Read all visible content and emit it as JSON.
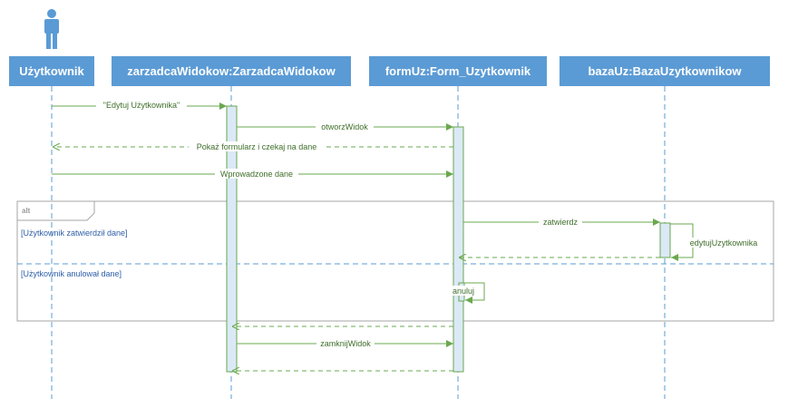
{
  "actor": {
    "icon": "person-icon"
  },
  "lifelines": [
    {
      "id": "uzytkownik",
      "label": "Użytkownik"
    },
    {
      "id": "zarzadca",
      "label": "zarzadcaWidokow:ZarzadcaWidokow"
    },
    {
      "id": "form",
      "label": "formUz:Form_Uzytkownik"
    },
    {
      "id": "baza",
      "label": "bazaUz:BazaUzytkownikow"
    }
  ],
  "messages": [
    {
      "id": "m1",
      "label": "\"Edytuj Użytkownika\"",
      "style": "sync"
    },
    {
      "id": "m2",
      "label": "otworzWidok",
      "style": "sync"
    },
    {
      "id": "m3",
      "label": "Pokaż formularz i czekaj na dane",
      "style": "return"
    },
    {
      "id": "m4",
      "label": "Wprowadzone dane",
      "style": "sync"
    },
    {
      "id": "m5",
      "label": "zatwierdz",
      "style": "sync"
    },
    {
      "id": "m6",
      "label": "edytujUzytkownika",
      "style": "self"
    },
    {
      "id": "m7",
      "label": "",
      "style": "return"
    },
    {
      "id": "m8",
      "label": "anuluj",
      "style": "self"
    },
    {
      "id": "m9",
      "label": "",
      "style": "return"
    },
    {
      "id": "m10",
      "label": "zamknijWidok",
      "style": "sync"
    },
    {
      "id": "m11",
      "label": "",
      "style": "return"
    }
  ],
  "fragment": {
    "operator": "alt",
    "guards": [
      "[Użytkownik zatwierdził dane]",
      "[Użytkownik anulował dane]"
    ]
  },
  "colors": {
    "header_fill": "#5b9bd5",
    "lifeline": "#5b9bd5",
    "message": "#6aa84f",
    "activation_fill": "#dbe9f6",
    "fragment_border": "#a6a6a6",
    "guard_text": "#2e5fa8"
  }
}
